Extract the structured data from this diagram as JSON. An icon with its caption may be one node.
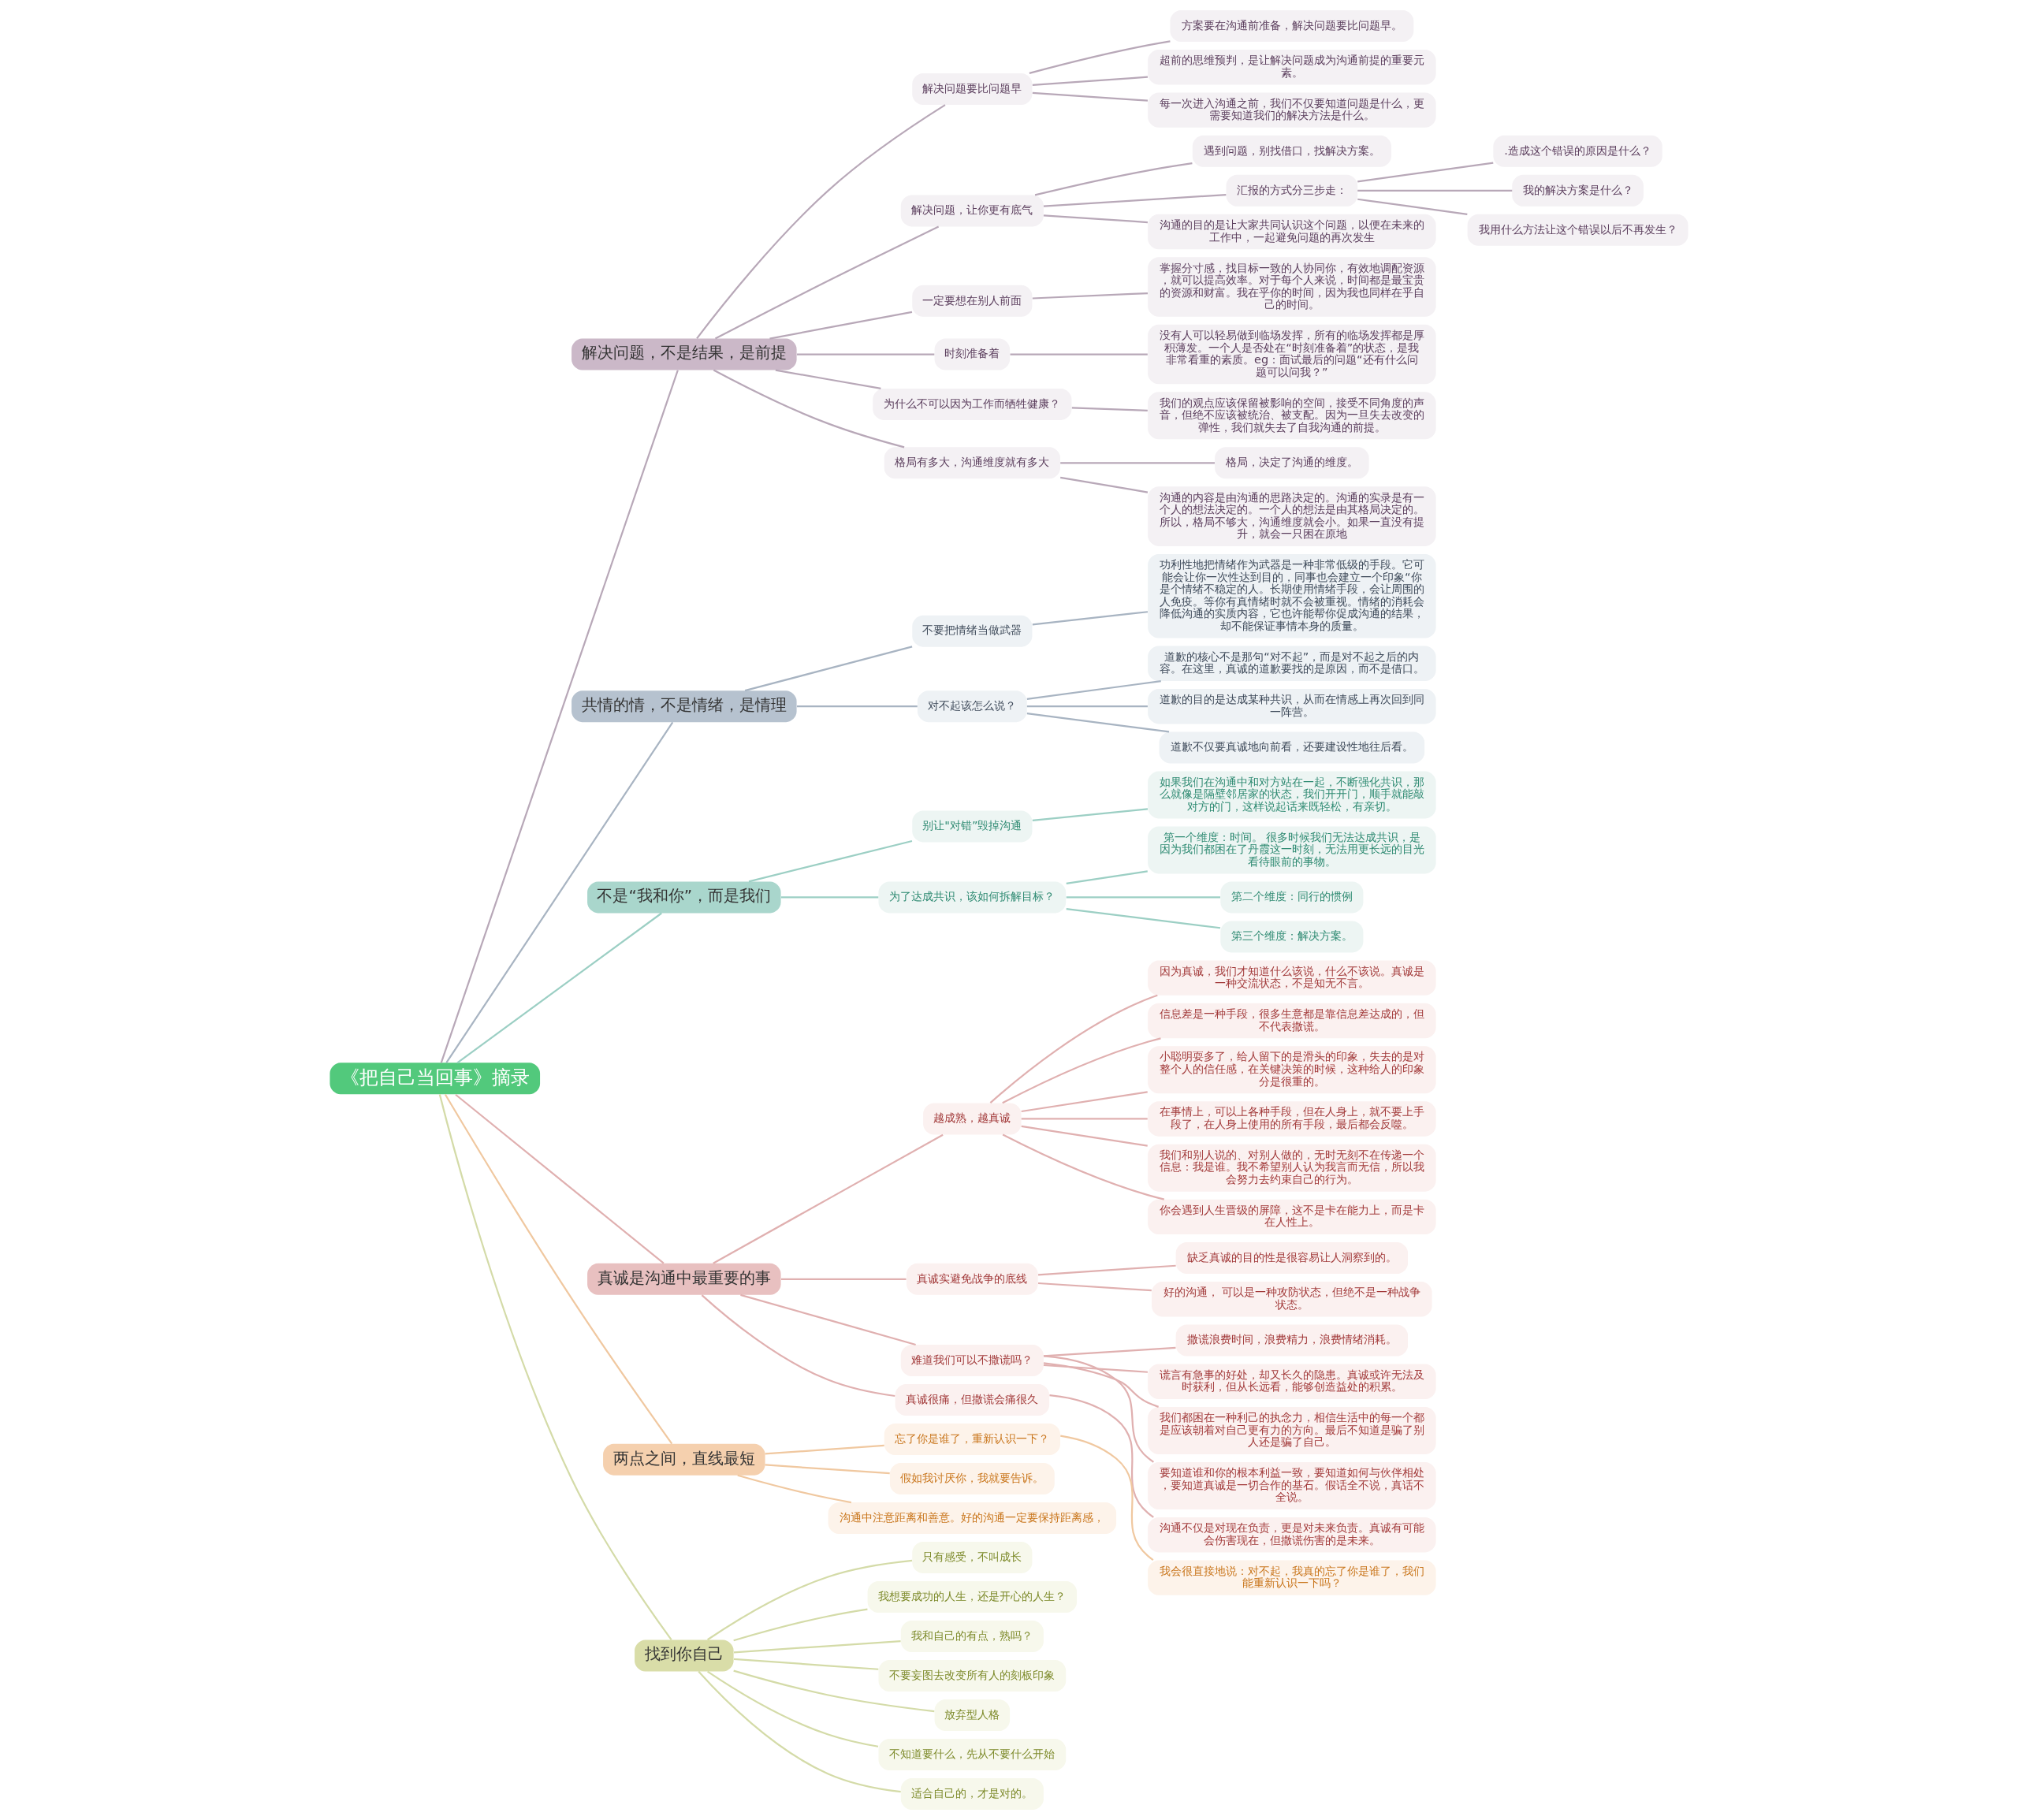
{
  "diagram": {
    "nodes": [
      {
        "text": [
          "《把自己当回事》摘录"
        ]
      },
      {
        "text": [
          "解决问题，不是结果，是前提"
        ]
      },
      {
        "text": [
          "解决问题要比问题早"
        ]
      },
      {
        "text": [
          "方案要在沟通前准备，解决问题要比问题早。"
        ]
      },
      {
        "text": [
          "超前的思维预判，是让解决问题成为沟通前提的重要元素。"
        ]
      },
      {
        "text": [
          "每一次进入沟通之前，我们不仅要知道问题是什么，更需要知道我们的解决方法是什么。"
        ]
      },
      {
        "text": [
          "解决问题，让你更有底气"
        ]
      },
      {
        "text": [
          "遇到问题，别找借口，找解决方案。"
        ]
      },
      {
        "text": [
          "汇报的方式分三步走："
        ]
      },
      {
        "text": [
          ".造成这个错误的原因是什么？"
        ]
      },
      {
        "text": [
          "我的解决方案是什么？"
        ]
      },
      {
        "text": [
          "我用什么方法让这个错误以后不再发生？"
        ]
      },
      {
        "text": [
          "沟通的目的是让大家共同认识这个问题，以便在未来的工作中，一起避免问题的再次发生"
        ]
      },
      {
        "text": [
          "一定要想在别人前面"
        ]
      },
      {
        "text": [
          "掌握分寸感，找目标一致的人协同你，有效地调配资源，就可以提高效率。对于每个人来说，时间都是最宝贵的资源和财富。我在乎你的时间，因为我也同样在乎自己的时间。"
        ]
      },
      {
        "text": [
          "时刻准备着"
        ]
      },
      {
        "text": [
          "没有人可以轻易做到临场发挥，所有的临场发挥都是厚积薄发。一个人是否处在“时刻准备着”的状态，是我非常看重的素质。eg：面试最后的问题“还有什么问题可以问我？”"
        ]
      },
      {
        "text": [
          "为什么不可以因为工作而牺牲健康？"
        ]
      },
      {
        "text": [
          "我们的观点应该保留被影响的空间，接受不同角度的声音，但绝不应该被统治、被支配。因为一旦失去改变的弹性，我们就失去了自我沟通的前提。"
        ]
      },
      {
        "text": [
          "格局有多大，沟通维度就有多大"
        ]
      },
      {
        "text": [
          "格局，决定了沟通的维度。"
        ]
      },
      {
        "text": [
          "沟通的内容是由沟通的思路决定的。沟通的实录是有一个人的想法决定的。一个人的想法是由其格局决定的。所以，格局不够大，沟通维度就会小。如果一直没有提升，就会一只困在原地"
        ]
      },
      {
        "text": [
          "共情的情，不是情绪，是情理"
        ]
      },
      {
        "text": [
          "不要把情绪当做武器"
        ]
      },
      {
        "text": [
          "功利性地把情绪作为武器是一种非常低级的手段。它可能会让你一次性达到目的，同事也会建立一个印象“你是个情绪不稳定的人。长期使用情绪手段，会让周围的人免疫。等你有真情绪时就不会被重视。情绪的消耗会降低沟通的实质内容，它也许能帮你促成沟通的结果，却不能保证事情本身的质量。"
        ]
      },
      {
        "text": [
          "对不起该怎么说？"
        ]
      },
      {
        "text": [
          "道歉的核心不是那句“对不起”，而是对不起之后的内容。在这里，真诚的道歉要找的是原因，而不是借口。"
        ]
      },
      {
        "text": [
          "道歉的目的是达成某种共识，从而在情感上再次回到同一阵营。"
        ]
      },
      {
        "text": [
          "道歉不仅要真诚地向前看，还要建设性地往后看。"
        ]
      },
      {
        "text": [
          "不是“我和你”，而是我们"
        ]
      },
      {
        "text": [
          "别让\"对错”毁掉沟通"
        ]
      },
      {
        "text": [
          "如果我们在沟通中和对方站在一起，不断强化共识，那么就像是隔壁邻居家的状态，我们开开门，顺手就能敲对方的门，这样说起话来既轻松，有亲切。"
        ]
      },
      {
        "text": [
          "为了达成共识，该如何拆解目标？"
        ]
      },
      {
        "text": [
          "第一个维度：时间。 很多时候我们无法达成共识，是因为我们都困在了丹霞这一时刻，无法用更长远的目光看待眼前的事物。"
        ]
      },
      {
        "text": [
          "第二个维度：同行的惯例"
        ]
      },
      {
        "text": [
          "第三个维度：解决方案。"
        ]
      },
      {
        "text": [
          "真诚是沟通中最重要的事"
        ]
      },
      {
        "text": [
          "越成熟，越真诚"
        ]
      },
      {
        "text": [
          "因为真诚，我们才知道什么该说，什么不该说。真诚是一种交流状态，不是知无不言。"
        ]
      },
      {
        "text": [
          "信息差是一种手段，很多生意都是靠信息差达成的，但不代表撒谎。"
        ]
      },
      {
        "text": [
          "小聪明耍多了，给人留下的是滑头的印象，失去的是对整个人的信任感，在关键决策的时候，这种给人的印象分是很重的。"
        ]
      },
      {
        "text": [
          "在事情上，可以上各种手段，但在人身上，就不要上手段了，在人身上使用的所有手段，最后都会反噬。"
        ]
      },
      {
        "text": [
          "我们和别人说的、对别人做的，无时无刻不在传递一个信息：我是谁。我不希望别人认为我言而无信，所以我会努力去约束自己的行为。"
        ]
      },
      {
        "text": [
          "你会遇到人生晋级的屏障，这不是卡在能力上，而是卡在人性上。"
        ]
      },
      {
        "text": [
          "真诚实避免战争的底线"
        ]
      },
      {
        "text": [
          "缺乏真诚的目的性是很容易让人洞察到的。"
        ]
      },
      {
        "text": [
          "好的沟通， 可以是一种攻防状态，但绝不是一种战争状态。"
        ]
      },
      {
        "text": [
          "难道我们可以不撒谎吗？"
        ]
      },
      {
        "text": [
          "撒谎浪费时间，浪费精力，浪费情绪消耗。"
        ]
      },
      {
        "text": [
          "谎言有急事的好处，却又长久的隐患。真诚或许无法及时获利，但从长远看，能够创造益处的积累。"
        ]
      },
      {
        "text": [
          "我们都困在一种利己的执念力，相信生活中的每一个都是应该朝着对自己更有力的方向。最后不知道是骗了别人还是骗了自己。"
        ]
      },
      {
        "text": [
          "要知道谁和你的根本利益一致，要知道如何与伙伴相处，要知道真诚是一切合作的基石。假话全不说，真话不全说。"
        ]
      },
      {
        "text": [
          "真诚很痛，但撒谎会痛很久"
        ]
      },
      {
        "text": [
          "沟通不仅是对现在负责，更是对未来负责。真诚有可能会伤害现在，但撒谎伤害的是未来。"
        ]
      },
      {
        "text": [
          "两点之间，直线最短"
        ]
      },
      {
        "text": [
          "忘了你是谁了，重新认识一下？"
        ]
      },
      {
        "text": [
          "我会很直接地说：对不起，我真的忘了你是谁了，我们能重新认识一下吗？"
        ]
      },
      {
        "text": [
          "假如我讨厌你，我就要告诉。"
        ]
      },
      {
        "text": [
          "沟通中注意距离和善意。好的沟通一定要保持距离感，"
        ]
      },
      {
        "text": [
          "找到你自己"
        ]
      },
      {
        "text": [
          "只有感受，不叫成长"
        ]
      },
      {
        "text": [
          "我想要成功的人生，还是开心的人生？"
        ]
      },
      {
        "text": [
          "我和自己的有点，熟吗？"
        ]
      },
      {
        "text": [
          "不要妄图去改变所有人的刻板印象"
        ]
      },
      {
        "text": [
          "放弃型人格"
        ]
      },
      {
        "text": [
          "不知道要什么，先从不要什么开始"
        ]
      },
      {
        "text": [
          "适合自己的，才是对的。"
        ]
      }
    ],
    "edges": [
      {
        "from": 0,
        "to": 1,
        "arrow": "none",
        "color": "#b8a8b8"
      },
      {
        "from": 1,
        "to": 2,
        "arrow": "none",
        "color": "#b8a8b8"
      },
      {
        "from": 2,
        "to": 3,
        "arrow": "none",
        "color": "#b8a8b8"
      },
      {
        "from": 2,
        "to": 4,
        "arrow": "none",
        "color": "#b8a8b8"
      },
      {
        "from": 2,
        "to": 5,
        "arrow": "none",
        "color": "#b8a8b8"
      },
      {
        "from": 1,
        "to": 6,
        "arrow": "none",
        "color": "#b8a8b8"
      },
      {
        "from": 6,
        "to": 7,
        "arrow": "none",
        "color": "#b8a8b8"
      },
      {
        "from": 6,
        "to": 8,
        "arrow": "none",
        "color": "#b8a8b8"
      },
      {
        "from": 8,
        "to": 9,
        "arrow": "none",
        "color": "#b8a8b8"
      },
      {
        "from": 8,
        "to": 10,
        "arrow": "none",
        "color": "#b8a8b8"
      },
      {
        "from": 8,
        "to": 11,
        "arrow": "none",
        "color": "#b8a8b8"
      },
      {
        "from": 6,
        "to": 12,
        "arrow": "none",
        "color": "#b8a8b8"
      },
      {
        "from": 1,
        "to": 13,
        "arrow": "none",
        "color": "#b8a8b8"
      },
      {
        "from": 13,
        "to": 14,
        "arrow": "none",
        "color": "#b8a8b8"
      },
      {
        "from": 1,
        "to": 15,
        "arrow": "none",
        "color": "#b8a8b8"
      },
      {
        "from": 15,
        "to": 16,
        "arrow": "none",
        "color": "#b8a8b8"
      },
      {
        "from": 1,
        "to": 17,
        "arrow": "none",
        "color": "#b8a8b8"
      },
      {
        "from": 17,
        "to": 18,
        "arrow": "none",
        "color": "#b8a8b8"
      },
      {
        "from": 1,
        "to": 19,
        "arrow": "none",
        "color": "#b8a8b8"
      },
      {
        "from": 19,
        "to": 20,
        "arrow": "none",
        "color": "#b8a8b8"
      },
      {
        "from": 19,
        "to": 21,
        "arrow": "none",
        "color": "#b8a8b8"
      },
      {
        "from": 0,
        "to": 22,
        "arrow": "none",
        "color": "#a8b4c2"
      },
      {
        "from": 22,
        "to": 23,
        "arrow": "none",
        "color": "#a8b4c2"
      },
      {
        "from": 23,
        "to": 24,
        "arrow": "none",
        "color": "#a8b4c2"
      },
      {
        "from": 22,
        "to": 25,
        "arrow": "none",
        "color": "#a8b4c2"
      },
      {
        "from": 25,
        "to": 26,
        "arrow": "none",
        "color": "#a8b4c2"
      },
      {
        "from": 25,
        "to": 27,
        "arrow": "none",
        "color": "#a8b4c2"
      },
      {
        "from": 25,
        "to": 28,
        "arrow": "none",
        "color": "#a8b4c2"
      },
      {
        "from": 0,
        "to": 29,
        "arrow": "none",
        "color": "#9ccfc4"
      },
      {
        "from": 29,
        "to": 30,
        "arrow": "none",
        "color": "#9ccfc4"
      },
      {
        "from": 30,
        "to": 31,
        "arrow": "none",
        "color": "#9ccfc4"
      },
      {
        "from": 29,
        "to": 32,
        "arrow": "none",
        "color": "#9ccfc4"
      },
      {
        "from": 32,
        "to": 33,
        "arrow": "none",
        "color": "#9ccfc4"
      },
      {
        "from": 32,
        "to": 34,
        "arrow": "none",
        "color": "#9ccfc4"
      },
      {
        "from": 32,
        "to": 35,
        "arrow": "none",
        "color": "#9ccfc4"
      },
      {
        "from": 0,
        "to": 36,
        "arrow": "none",
        "color": "#e0b0b0"
      },
      {
        "from": 36,
        "to": 37,
        "arrow": "none",
        "color": "#e0b0b0"
      },
      {
        "from": 37,
        "to": 38,
        "arrow": "none",
        "color": "#e0b0b0"
      },
      {
        "from": 37,
        "to": 39,
        "arrow": "none",
        "color": "#e0b0b0"
      },
      {
        "from": 37,
        "to": 40,
        "arrow": "none",
        "color": "#e0b0b0"
      },
      {
        "from": 37,
        "to": 41,
        "arrow": "none",
        "color": "#e0b0b0"
      },
      {
        "from": 37,
        "to": 42,
        "arrow": "none",
        "color": "#e0b0b0"
      },
      {
        "from": 37,
        "to": 43,
        "arrow": "none",
        "color": "#e0b0b0"
      },
      {
        "from": 36,
        "to": 44,
        "arrow": "none",
        "color": "#e0b0b0"
      },
      {
        "from": 44,
        "to": 45,
        "arrow": "none",
        "color": "#e0b0b0"
      },
      {
        "from": 44,
        "to": 46,
        "arrow": "none",
        "color": "#e0b0b0"
      },
      {
        "from": 36,
        "to": 47,
        "arrow": "none",
        "color": "#e0b0b0"
      },
      {
        "from": 47,
        "to": 48,
        "arrow": "none",
        "color": "#e0b0b0"
      },
      {
        "from": 47,
        "to": 49,
        "arrow": "none",
        "color": "#e0b0b0"
      },
      {
        "from": 47,
        "to": 50,
        "arrow": "none",
        "color": "#e0b0b0"
      },
      {
        "from": 47,
        "to": 51,
        "arrow": "none",
        "color": "#e0b0b0"
      },
      {
        "from": 36,
        "to": 52,
        "arrow": "none",
        "color": "#e0b0b0"
      },
      {
        "from": 52,
        "to": 53,
        "arrow": "none",
        "color": "#e0b0b0"
      },
      {
        "from": 0,
        "to": 54,
        "arrow": "none",
        "color": "#f0c8a0"
      },
      {
        "from": 54,
        "to": 55,
        "arrow": "none",
        "color": "#f0c8a0"
      },
      {
        "from": 55,
        "to": 56,
        "arrow": "none",
        "color": "#f0c8a0"
      },
      {
        "from": 54,
        "to": 57,
        "arrow": "none",
        "color": "#f0c8a0"
      },
      {
        "from": 54,
        "to": 58,
        "arrow": "none",
        "color": "#f0c8a0"
      },
      {
        "from": 0,
        "to": 59,
        "arrow": "none",
        "color": "#d4dba8"
      },
      {
        "from": 59,
        "to": 60,
        "arrow": "none",
        "color": "#d4dba8"
      },
      {
        "from": 59,
        "to": 61,
        "arrow": "none",
        "color": "#d4dba8"
      },
      {
        "from": 59,
        "to": 62,
        "arrow": "none",
        "color": "#d4dba8"
      },
      {
        "from": 59,
        "to": 63,
        "arrow": "none",
        "color": "#d4dba8"
      },
      {
        "from": 59,
        "to": 64,
        "arrow": "none",
        "color": "#d4dba8"
      },
      {
        "from": 59,
        "to": 65,
        "arrow": "none",
        "color": "#d4dba8"
      },
      {
        "from": 59,
        "to": 66,
        "arrow": "none",
        "color": "#d4dba8"
      }
    ]
  }
}
